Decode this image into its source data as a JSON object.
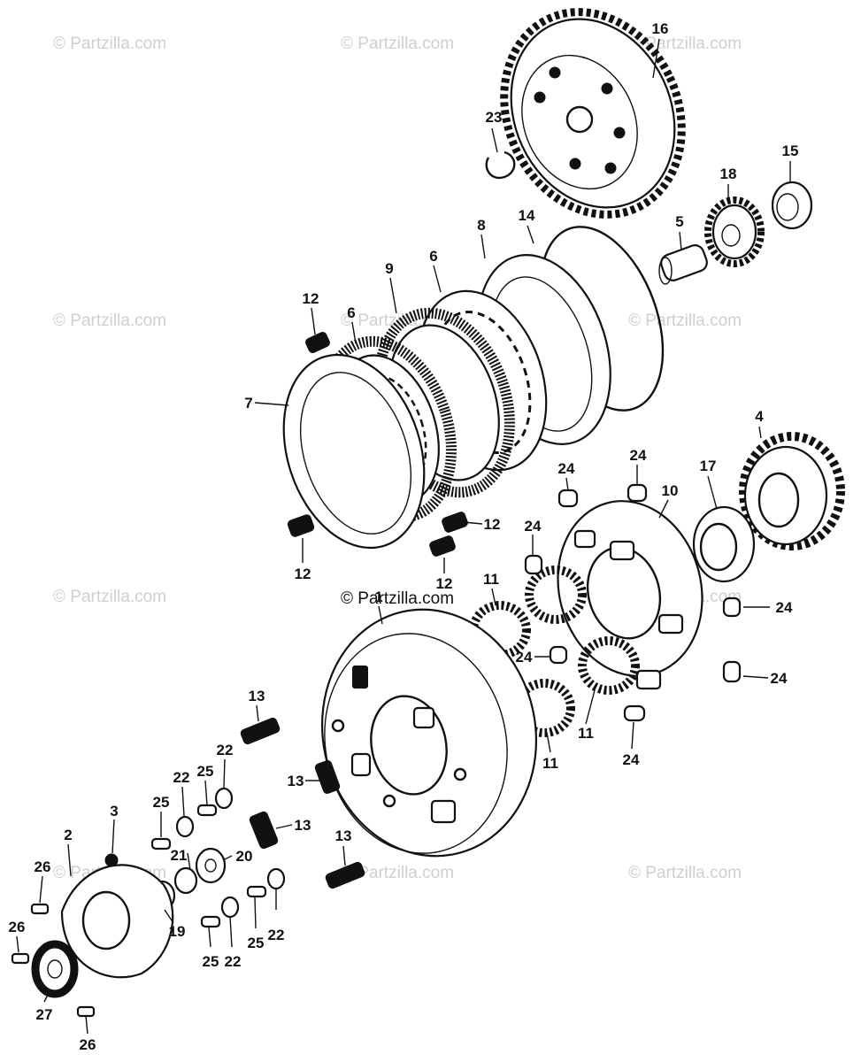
{
  "watermark": "© Partzilla.com",
  "labels": {
    "p1": "1",
    "p2": "2",
    "p3": "3",
    "p4": "4",
    "p5": "5",
    "p6a": "6",
    "p6b": "6",
    "p7": "7",
    "p8": "8",
    "p9": "9",
    "p10": "10",
    "p11a": "11",
    "p11b": "11",
    "p11c": "11",
    "p12a": "12",
    "p12b": "12",
    "p12c": "12",
    "p12d": "12",
    "p13a": "13",
    "p13b": "13",
    "p13c": "13",
    "p13d": "13",
    "p14": "14",
    "p15": "15",
    "p16": "16",
    "p17": "17",
    "p18": "18",
    "p19": "19",
    "p20": "20",
    "p21": "21",
    "p22a": "22",
    "p22b": "22",
    "p22c": "22",
    "p22d": "22",
    "p23": "23",
    "p24a": "24",
    "p24b": "24",
    "p24c": "24",
    "p24d": "24",
    "p24e": "24",
    "p24f": "24",
    "p24g": "24",
    "p25a": "25",
    "p25b": "25",
    "p25c": "25",
    "p25d": "25",
    "p26a": "26",
    "p26b": "26",
    "p26c": "26",
    "p27": "27"
  }
}
